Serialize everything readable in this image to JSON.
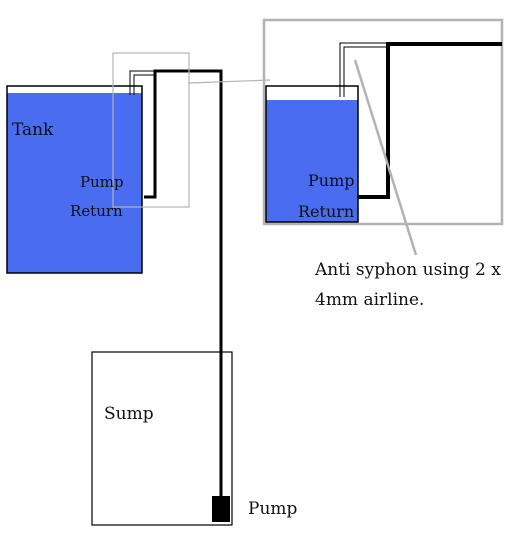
{
  "colors": {
    "water": "#4a6cf0",
    "outline": "#000000",
    "callout": "#b3b3b3",
    "background": "#ffffff"
  },
  "labels": {
    "tank": "Tank",
    "tank_pump": "Pump",
    "tank_return": "Return",
    "zoom_pump": "Pump",
    "zoom_return": "Return",
    "note_line1": "Anti syphon using 2 x",
    "note_line2": "4mm airline.",
    "sump": "Sump",
    "sump_pump": "Pump"
  }
}
